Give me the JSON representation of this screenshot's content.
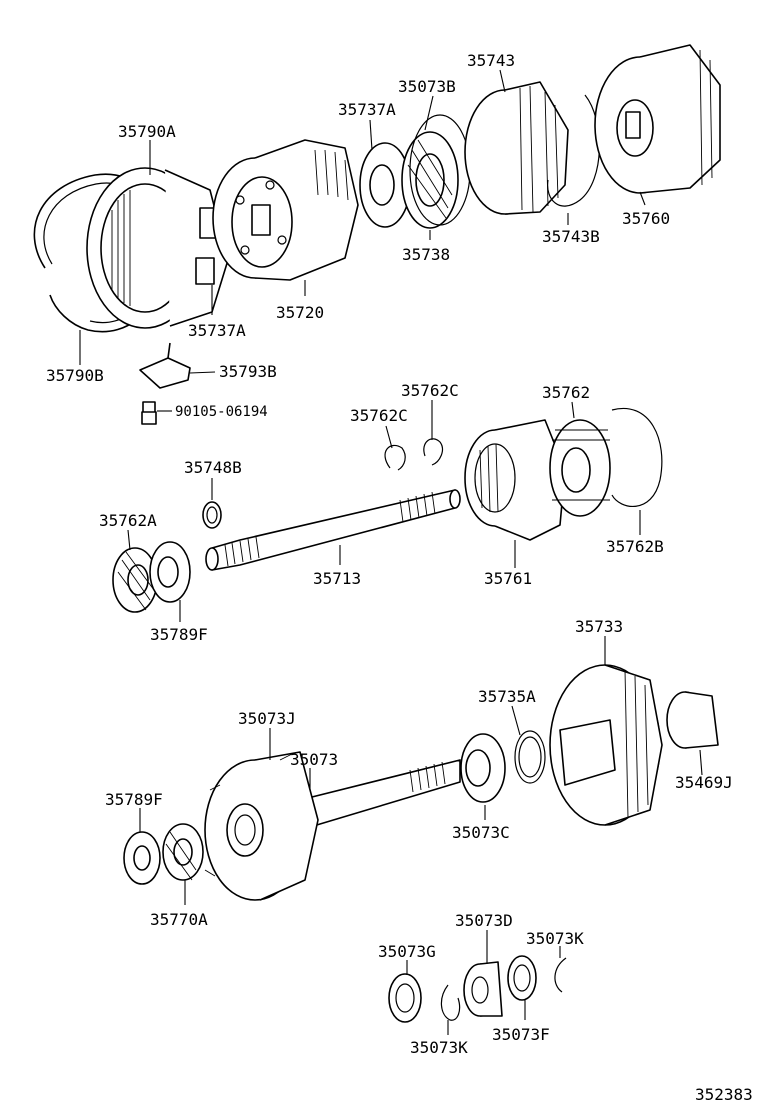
{
  "labels": {
    "p35790A": "35790A",
    "p35737A_top": "35737A",
    "p35073B": "35073B",
    "p35743": "35743",
    "p35738": "35738",
    "p35743B": "35743B",
    "p35760": "35760",
    "p35737A_bot": "35737A",
    "p35720": "35720",
    "p35790B": "35790B",
    "p35793B": "35793B",
    "p90105": "90105-06194",
    "p35762C_a": "35762C",
    "p35762C_b": "35762C",
    "p35762": "35762",
    "p35748B": "35748B",
    "p35762A": "35762A",
    "p35713": "35713",
    "p35761": "35761",
    "p35762B": "35762B",
    "p35789F_top": "35789F",
    "p35733": "35733",
    "p35073J": "35073J",
    "p35073": "35073",
    "p35735A": "35735A",
    "p35789F_bot": "35789F",
    "p35469J": "35469J",
    "p35073C": "35073C",
    "p35770A": "35770A",
    "p35073D": "35073D",
    "p35073G": "35073G",
    "p35073K_a": "35073K",
    "p35073K_b": "35073K",
    "p35073F": "35073F",
    "figure_id": "352383"
  }
}
